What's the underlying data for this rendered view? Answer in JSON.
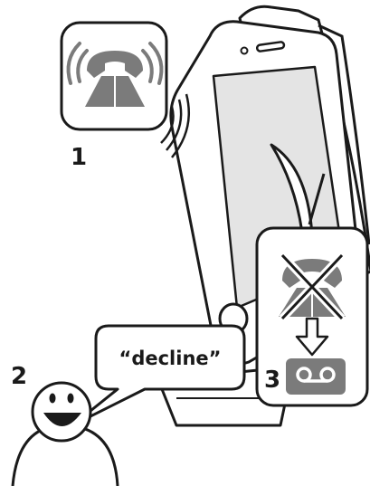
{
  "steps": {
    "step1": "1",
    "step2": "2",
    "step3": "3"
  },
  "speech": {
    "text": "“decline”"
  },
  "icons": {
    "ringing": "ringing-phone-icon",
    "declined": "declined-phone-icon",
    "arrow": "down-arrow-icon",
    "voicemail": "voicemail-icon",
    "person": "smiling-person-icon",
    "phone": "smartphone-on-dock"
  },
  "colors": {
    "icon_gray": "#7b7b7b",
    "screen_gray": "#e4e4e4",
    "outline": "#1a1a1a"
  }
}
